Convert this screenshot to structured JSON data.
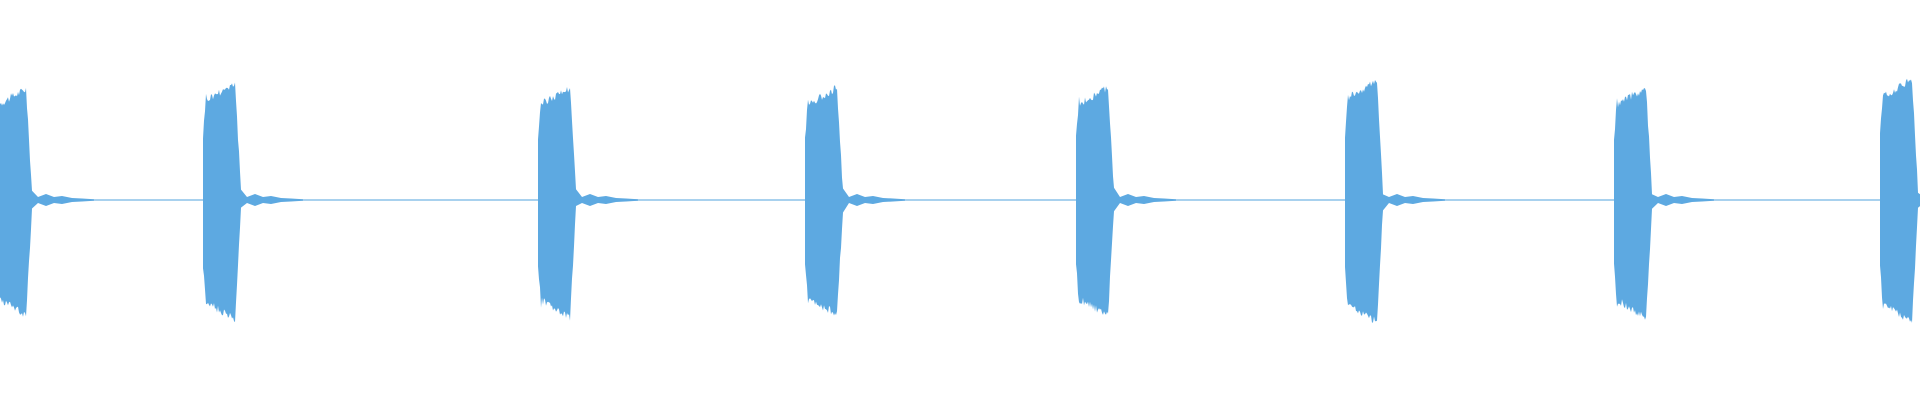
{
  "waveform": {
    "color": "#5DA9E1",
    "background": "#FFFFFF",
    "bursts": [
      {
        "id": "burst-1",
        "peak": 0.91,
        "trough_peak": 0.94,
        "clipped_left": true
      },
      {
        "id": "burst-2",
        "peak": 0.96,
        "trough_peak": 0.98
      },
      {
        "id": "burst-3",
        "peak": 0.92,
        "trough_peak": 0.96
      },
      {
        "id": "burst-4",
        "peak": 0.92,
        "trough_peak": 0.94
      },
      {
        "id": "burst-5",
        "peak": 0.92,
        "trough_peak": 0.95
      },
      {
        "id": "burst-6",
        "peak": 0.98,
        "trough_peak": 1.0
      },
      {
        "id": "burst-7",
        "peak": 0.92,
        "trough_peak": 0.96
      },
      {
        "id": "burst-8",
        "peak": 0.99,
        "trough_peak": 1.0,
        "clipped_right": true
      }
    ]
  }
}
